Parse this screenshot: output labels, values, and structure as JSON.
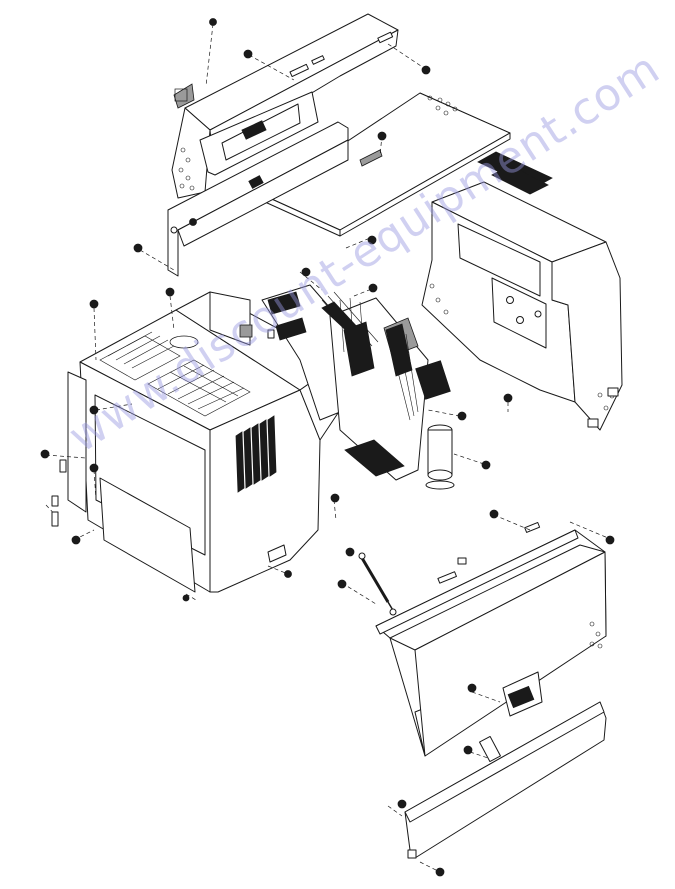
{
  "diagram": {
    "kind": "exploded-parts-view",
    "parts": [
      {
        "id": "top-front-cover"
      },
      {
        "id": "roof-panel"
      },
      {
        "id": "front-lower-trim"
      },
      {
        "id": "rear-cowl"
      },
      {
        "id": "main-chassis"
      },
      {
        "id": "radiator-core"
      },
      {
        "id": "side-door-panel"
      },
      {
        "id": "bottom-kick-plate"
      },
      {
        "id": "gas-strut"
      },
      {
        "id": "air-cleaner"
      }
    ],
    "colors": {
      "line": "#1a1a1a",
      "fill": "#ffffff",
      "shade": "#9a9a9a",
      "watermark": "#9696e1"
    }
  },
  "watermark": {
    "text": "www.discount-equipment.com"
  }
}
